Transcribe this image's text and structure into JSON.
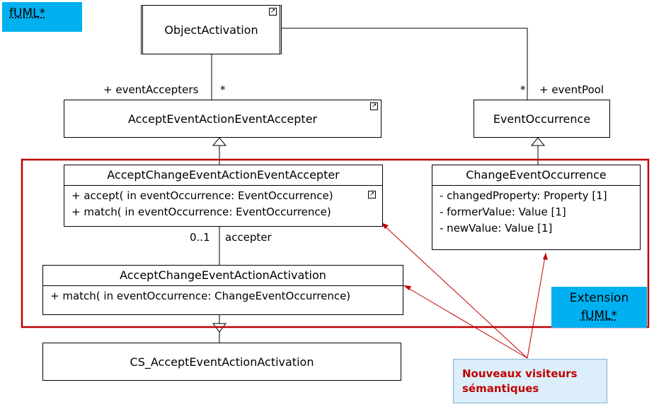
{
  "corner_tag": "fUML*",
  "extension_tag": {
    "line1": "Extension",
    "line2": "fUML*"
  },
  "note": {
    "line1": "Nouveaux visiteurs",
    "line2": "sémantiques"
  },
  "classes": {
    "object_activation": "ObjectActivation",
    "accept_event_action_event_accepter": "AcceptEventActionEventAccepter",
    "event_occurrence": "EventOccurrence",
    "accept_change_event_action_event_accepter": {
      "name": "AcceptChangeEventActionEventAccepter",
      "operations": [
        "+ accept(  in eventOccurrence: EventOccurrence)",
        "+ match(  in eventOccurrence: EventOccurrence)"
      ]
    },
    "change_event_occurrence": {
      "name": "ChangeEventOccurrence",
      "attributes": [
        "- changedProperty: Property [1]",
        "- formerValue: Value [1]",
        "- newValue: Value [1]"
      ]
    },
    "accept_change_event_action_activation": {
      "name": "AcceptChangeEventActionActivation",
      "operations": [
        "+ match(  in eventOccurrence: ChangeEventOccurrence)"
      ]
    },
    "cs_accept_event_action_activation": "CS_AcceptEventActionActivation"
  },
  "association_labels": {
    "event_accepters_role": "+ eventAccepters",
    "event_accepters_mult": "*",
    "event_pool_role": "+ eventPool",
    "event_pool_mult": "*",
    "accepter_mult": "0..1",
    "accepter_role": "accepter"
  },
  "colors": {
    "accent_blue": "#00b0f0",
    "highlight_red": "#c00000",
    "note_fill": "#dceefa"
  }
}
